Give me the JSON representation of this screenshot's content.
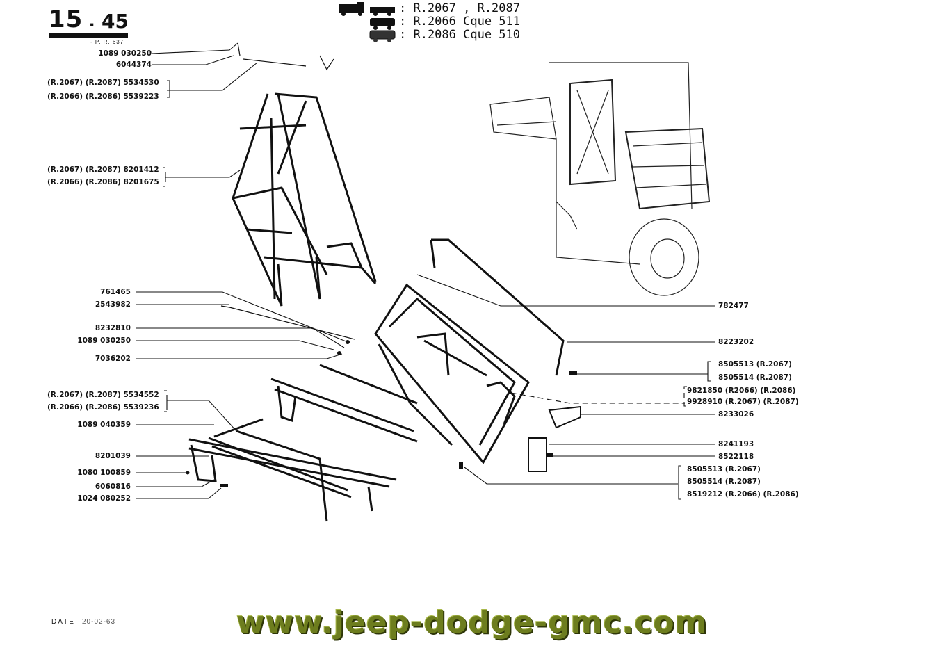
{
  "header": {
    "section_number": "15",
    "section_sub": "45",
    "ref": "- P. R. 637"
  },
  "models": [
    {
      "text": ": R.2067 , R.2087",
      "icon": "pickup-truck-icon"
    },
    {
      "text": ": R.2066 Cque 511",
      "icon": "van-icon"
    },
    {
      "text": ": R.2086 Cque 510",
      "icon": "van-hatched-icon"
    }
  ],
  "left_labels": {
    "l1": "1089 030250",
    "l2": "6044374",
    "l3a": "(R.2067) (R.2087) 5534530",
    "l3b": "(R.2066) (R.2086) 5539223",
    "l4a": "(R.2067) (R.2087) 8201412",
    "l4b": "(R.2066) (R.2086) 8201675",
    "l5": "761465",
    "l6": "2543982",
    "l7": "8232810",
    "l8": "1089 030250",
    "l9": "7036202",
    "l10a": "(R.2067) (R.2087) 5534552",
    "l10b": "(R.2066) (R.2086) 5539236",
    "l11": "1089 040359",
    "l12": "8201039",
    "l13": "1080 100859",
    "l14": "6060816",
    "l15": "1024 080252"
  },
  "right_labels": {
    "r1": "782477",
    "r2": "8223202",
    "r3a": "8505513 (R.2067)",
    "r3b": "8505514 (R.2087)",
    "r4a": "9821850 (R2066) (R.2086)",
    "r4b": "9928910 (R.2067) (R.2087)",
    "r5": "8233026",
    "r6": "8241193",
    "r7": "8522118",
    "r8a": "8505513 (R.2067)",
    "r8b": "8505514 (R.2087)",
    "r8c": "8519212 (R.2066) (R.2086)"
  },
  "footer": {
    "date_label": "DATE",
    "date_value": "20-02-63",
    "watermark": "www.jeep-dodge-gmc.com"
  },
  "colors": {
    "ink": "#111111",
    "watermark": "#6d7d1e"
  }
}
